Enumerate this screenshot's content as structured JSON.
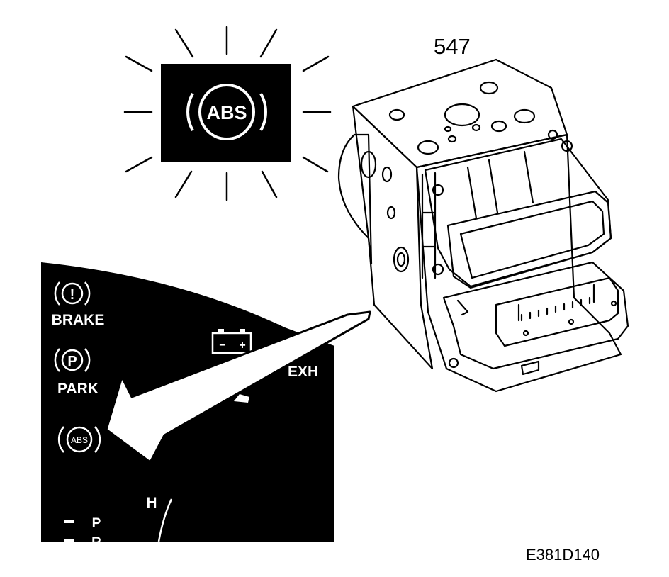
{
  "part_number": "547",
  "figure_code": "E381D140",
  "warning_lamp": {
    "text": "ABS",
    "icon": "abs-warning-light-icon"
  },
  "cluster": {
    "brake_label": "BRAKE",
    "brake_symbol": "!",
    "park_label": "PARK",
    "park_symbol": "P",
    "abs_symbol": "ABS",
    "exh_label": "EXH",
    "battery_minus": "−",
    "battery_plus": "+",
    "temp_label": "H",
    "gear_1": "P",
    "gear_2": "R"
  },
  "colors": {
    "ink": "#000000",
    "paper": "#ffffff"
  }
}
